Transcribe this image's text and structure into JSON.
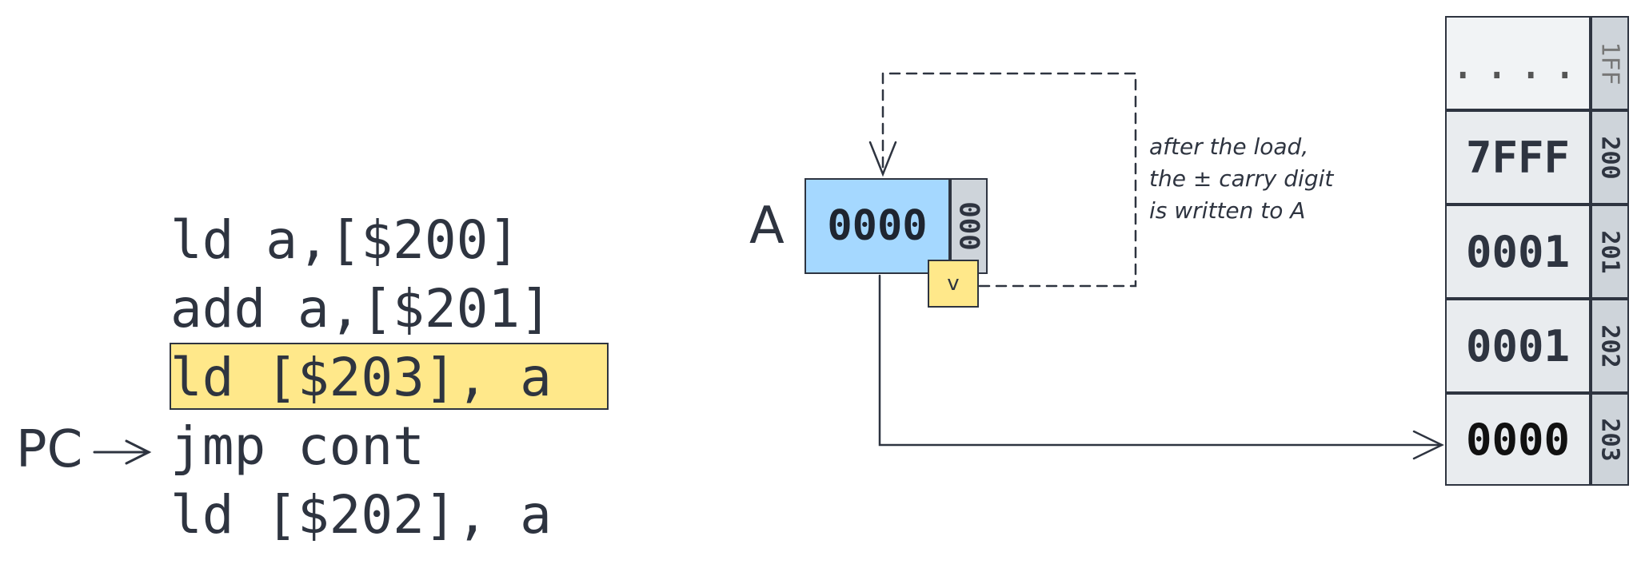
{
  "code": {
    "lines": [
      "ld a,[$200]",
      "add a,[$201]",
      "ld [$203], a",
      "jmp cont",
      "ld [$202], a"
    ],
    "highlighted_index": 2,
    "pc_label": "PC",
    "pc_line_index": 3
  },
  "register": {
    "label": "A",
    "value": "0000",
    "tag": "000",
    "flag": "v"
  },
  "note": {
    "lines": [
      "after the load,",
      "the ± carry digit",
      "is written to A"
    ]
  },
  "memory": {
    "cells": [
      {
        "value": "....",
        "addr": "1FF"
      },
      {
        "value": "7FFF",
        "addr": "200"
      },
      {
        "value": "0001",
        "addr": "201"
      },
      {
        "value": "0001",
        "addr": "202"
      },
      {
        "value": "0000",
        "addr": "203"
      }
    ]
  },
  "colors": {
    "highlight": "#ffe88a",
    "register_fill": "#a5d8ff",
    "memory_fill": "#e9ecef",
    "tag_fill": "#ced4da",
    "stroke": "#2e3440"
  }
}
